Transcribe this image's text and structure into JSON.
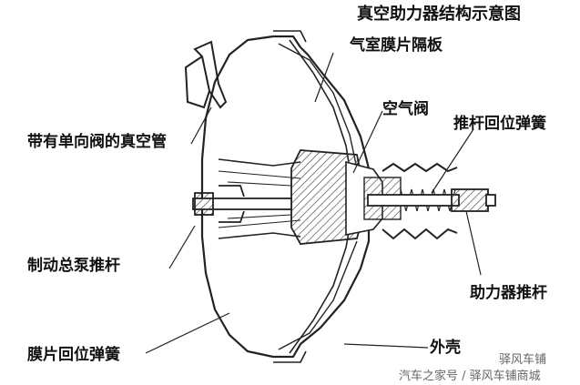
{
  "title": "真空助力器结构示意图",
  "labels": {
    "diaphragm_partition": "气室膜片隔板",
    "air_valve": "空气阀",
    "push_rod_return_spring": "推杆回位弹簧",
    "vacuum_pipe": "带有单向阀的真空管",
    "master_cylinder_push_rod": "制动总泵推杆",
    "booster_push_rod": "助力器推杆",
    "diaphragm_return_spring": "膜片回位弹簧",
    "shell": "外壳"
  },
  "watermark": {
    "source": "汽车之家号 / 驿风车铺商城",
    "badge": "驿风车铺"
  },
  "colors": {
    "line": "#222222",
    "hatch": "#555555",
    "text": "#111111"
  }
}
